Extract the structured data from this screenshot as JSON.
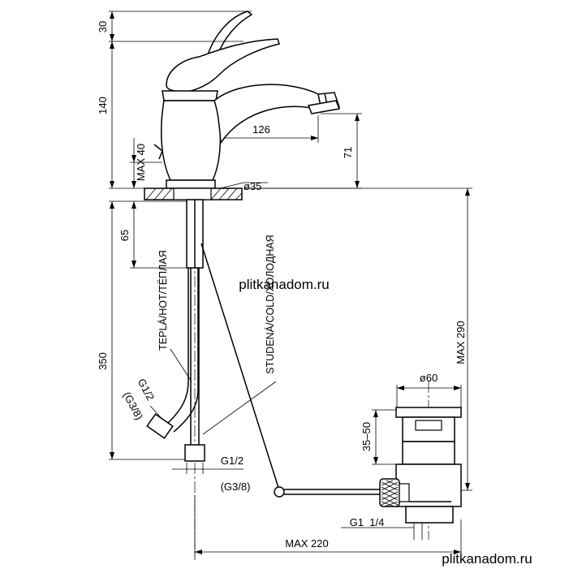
{
  "dimensions": {
    "lever_30": "30",
    "height_140": "140",
    "reach_126": "126",
    "spout_71": "71",
    "max_40": "MAX 40",
    "diameter_35": "ø35",
    "hose_65": "65",
    "hose_350": "350",
    "max_290": "MAX 290",
    "diameter_60": "ø60",
    "range_35_50": "35–50",
    "max_220": "MAX 220"
  },
  "labels": {
    "warm_hose": "TEPLÁ/HOT/TЁПЛАЯ",
    "cold_hose": "STUDENÁ/COLD/ХОЛОДНАЯ",
    "hot_thread": "G1/2",
    "hot_thread_alt": "(G3/8)",
    "cold_thread": "G1/2",
    "cold_thread_alt": "(G3/8)",
    "waste_thread": "G1  1/4"
  },
  "watermark": {
    "top": "plitkanadom.ru",
    "bottom": "plitkanadom.ru"
  }
}
